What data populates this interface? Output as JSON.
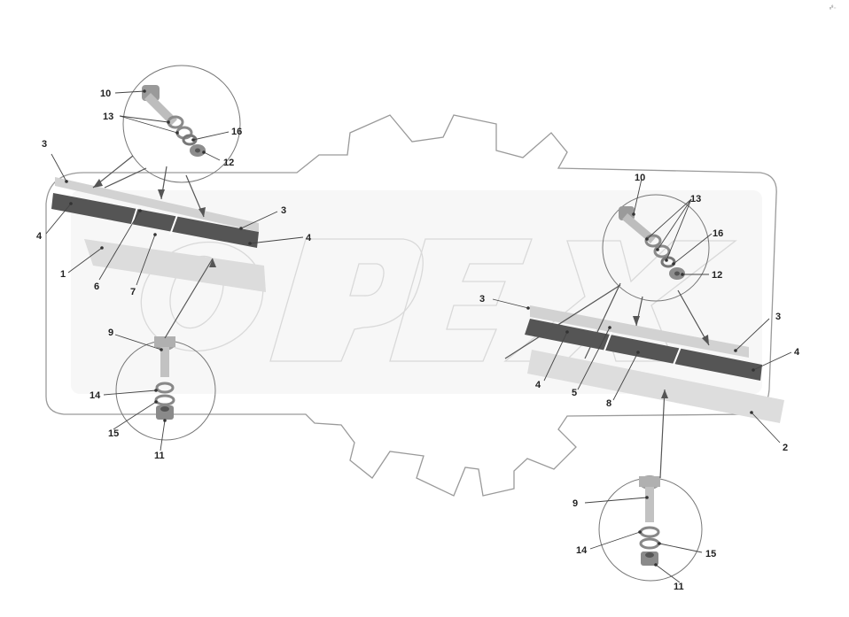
{
  "diagram": {
    "corner_mark": "ₓ⁸₋",
    "callouts": {
      "l_10": "10",
      "l_13": "13",
      "l_16": "16",
      "l_12": "12",
      "l_3a": "3",
      "l_3b": "3",
      "l_4a": "4",
      "l_4b": "4",
      "l_1": "1",
      "l_6": "6",
      "l_7": "7",
      "l_9": "9",
      "l_14": "14",
      "l_15": "15",
      "l_11": "11",
      "r_10": "10",
      "r_13": "13",
      "r_16": "16",
      "r_12": "12",
      "r_3a": "3",
      "r_3b": "3",
      "r_4a": "4",
      "r_4b": "4",
      "r_5": "5",
      "r_8": "8",
      "r_2": "2",
      "r_9": "9",
      "r_14": "14",
      "r_15": "15",
      "r_11": "11"
    }
  }
}
